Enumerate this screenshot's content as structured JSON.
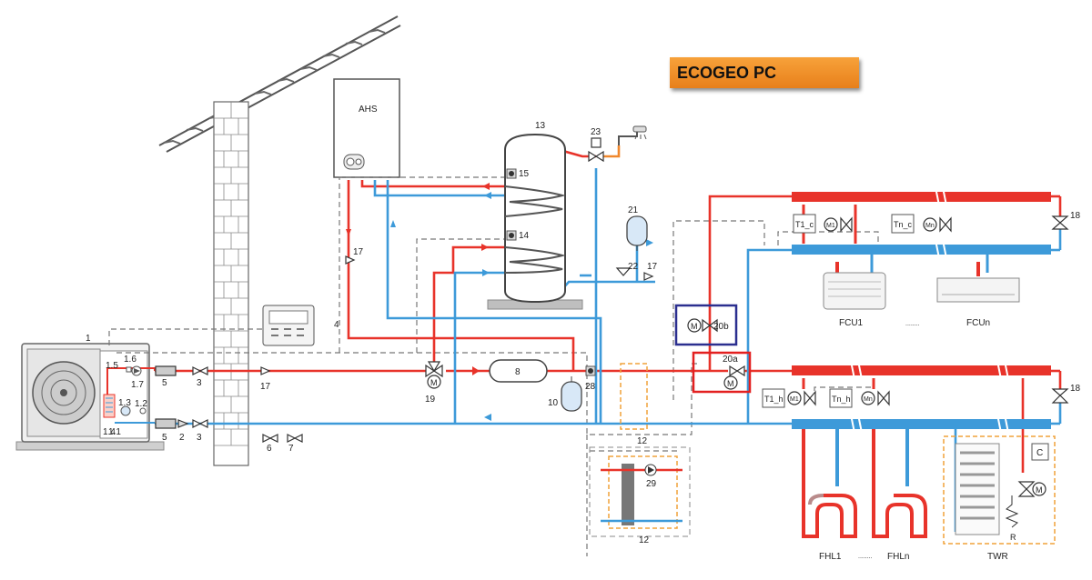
{
  "title": "ECOGEO PC",
  "labels": {
    "l1": "1",
    "l1_1": "1.1",
    "l1_2": "1.2",
    "l1_3": "1.3",
    "l1_4": "1.4",
    "l1_5": "1.5",
    "l1_6": "1.6",
    "l1_7": "1.7",
    "l2": "2",
    "l3a": "3",
    "l3b": "3",
    "l4": "4",
    "l5a": "5",
    "l5b": "5",
    "l6": "6",
    "l7": "7",
    "l8": "8",
    "l10": "10",
    "l12a": "12",
    "l12b": "12",
    "l13": "13",
    "l14": "14",
    "l15": "15",
    "l17a": "17",
    "l17b": "17",
    "l17c": "17",
    "l18a": "18",
    "l18b": "18",
    "l19": "19",
    "l20a": "20a",
    "l20b": "20b",
    "l21": "21",
    "l22": "22",
    "l23": "23",
    "l28": "28",
    "l29": "29",
    "ahs": "AHS",
    "t1c": "T1_c",
    "tnc": "Tn_c",
    "t1h": "T1_h",
    "tnh": "Tn_h",
    "m1a": "M1",
    "mna": "Mn",
    "m1b": "M1",
    "mnb": "Mn",
    "m19": "M",
    "m20a": "M",
    "m20b": "M",
    "mtwr": "M",
    "fcu1": "FCU1",
    "fcun": "FCUn",
    "dots1": "........",
    "dots2": "........",
    "fhl1": "FHL1",
    "fhln": "FHLn",
    "twr": "TWR",
    "c": "C",
    "r": "R"
  },
  "colors": {
    "hot": "#e8332a",
    "cold": "#3d9ad9",
    "control": "#777777",
    "highlight_20a": "#e32020",
    "highlight_20b": "#2b2f8f",
    "zone": "#f0a23a"
  }
}
